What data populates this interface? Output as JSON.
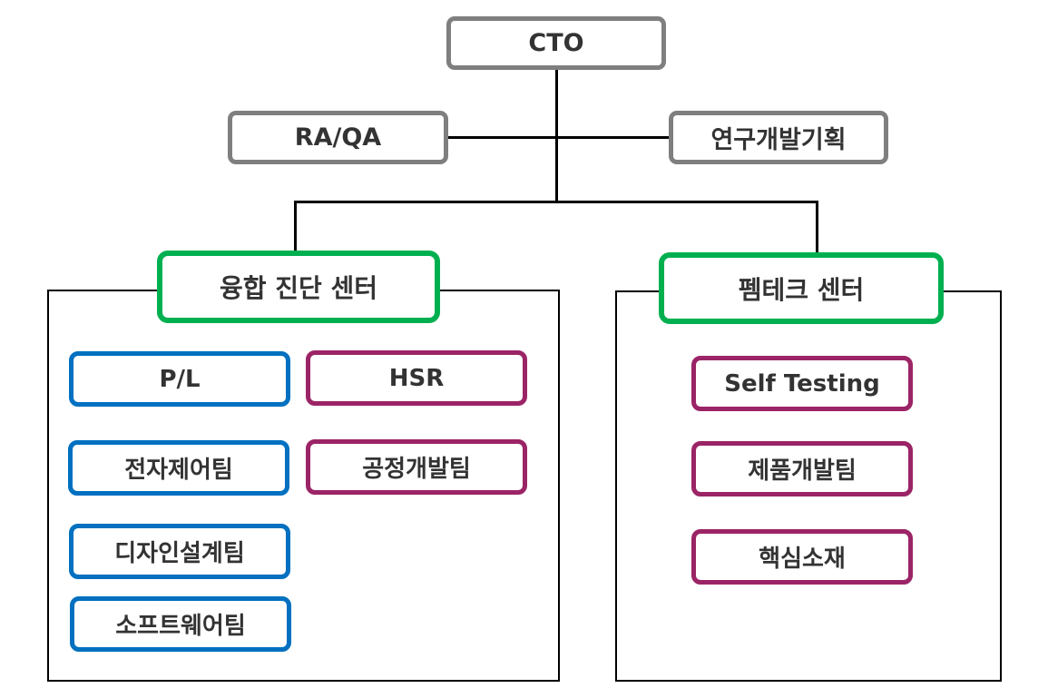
{
  "colors": {
    "executive_border": "#7f7f7f",
    "center_border": "#00b050",
    "team_blue_border": "#0070c0",
    "team_purple_border": "#9b2466",
    "connector": "#000000",
    "text": "#333333"
  },
  "top": {
    "cto": "CTO",
    "left_staff": "RA/QA",
    "right_staff": "연구개발기획"
  },
  "centers": [
    {
      "name": "융합 진단 센터",
      "teams_blue": [
        "P/L",
        "전자제어팀",
        "디자인설계팀",
        "소프트웨어팀"
      ],
      "teams_purple": [
        "HSR",
        "공정개발팀"
      ]
    },
    {
      "name": "펨테크 센터",
      "teams_purple": [
        "Self Testing",
        "제품개발팀",
        "핵심소재"
      ]
    }
  ]
}
